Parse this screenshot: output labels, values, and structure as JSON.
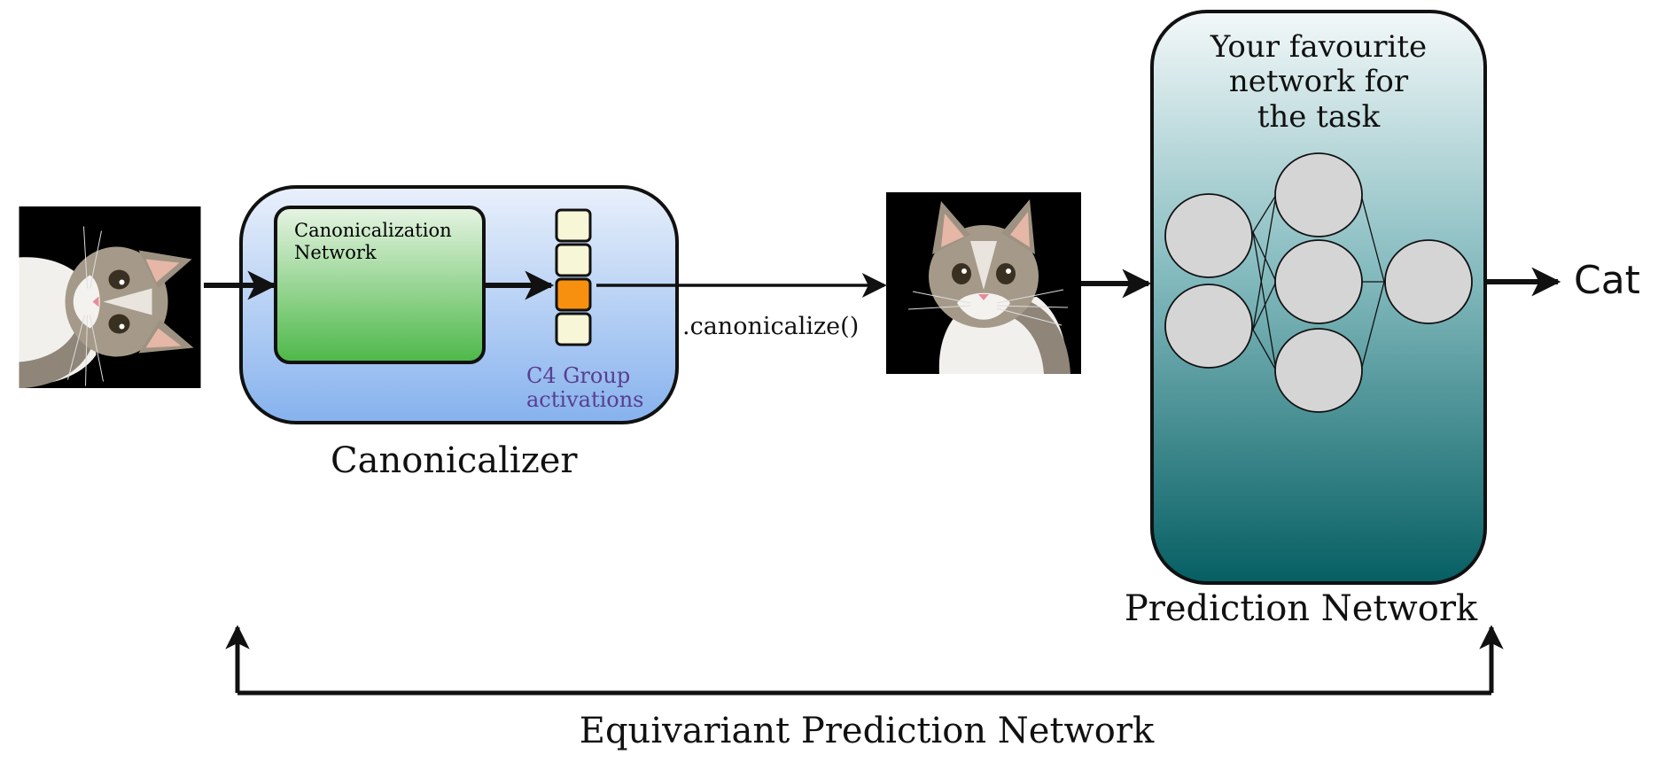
{
  "diagram": {
    "canonicalizer": {
      "inner_label_line1": "Canonicalization",
      "inner_label_line2": "Network",
      "group_label_line1": "C4 Group",
      "group_label_line2": "activations",
      "caption": "Canonicalizer",
      "activation_count": 4,
      "active_index": 2
    },
    "edge_label": ".canonicalize()",
    "prediction": {
      "title_line1": "Your favourite",
      "title_line2": "network for",
      "title_line3": "the task",
      "caption": "Prediction Network"
    },
    "output_label": "Cat",
    "bottom_caption": "Equivariant Prediction Network",
    "colors": {
      "canonicalizer_top": "#e9f0fb",
      "canonicalizer_bottom": "#86b2ee",
      "inner_top": "#e6f4e3",
      "inner_bottom": "#4db848",
      "activation": "#f7f6d6",
      "activation_active": "#f7900f",
      "group_text": "#5a3d8f",
      "prediction_top": "#f3f8f9",
      "prediction_bottom": "#065f63",
      "node": "#d5d5d5"
    }
  }
}
